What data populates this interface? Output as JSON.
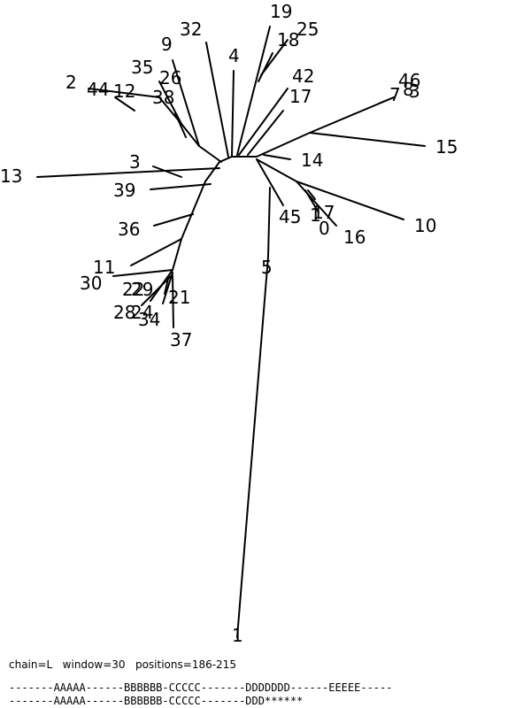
{
  "tree": {
    "leaf_labels": [
      "19",
      "25",
      "18",
      "32",
      "9",
      "4",
      "42",
      "17",
      "35",
      "26",
      "2",
      "44",
      "12",
      "38",
      "46",
      "7",
      "3",
      "8",
      "15",
      "3",
      "14",
      "13",
      "39",
      "45",
      "17",
      "1",
      "0",
      "16",
      "10",
      "36",
      "5",
      "11",
      "30",
      "22",
      "29",
      "21",
      "28",
      "24",
      "34",
      "37",
      "1"
    ]
  },
  "caption": {
    "text": "chain=L   window=30   positions=186-215"
  },
  "sequence": {
    "line1": "-------AAAAA------BBBBBB-CCCCC-------DDDDDDD------EEEEE-----",
    "line2": "-------AAAAA------BBBBBB-CCCCC-------DDD******"
  }
}
